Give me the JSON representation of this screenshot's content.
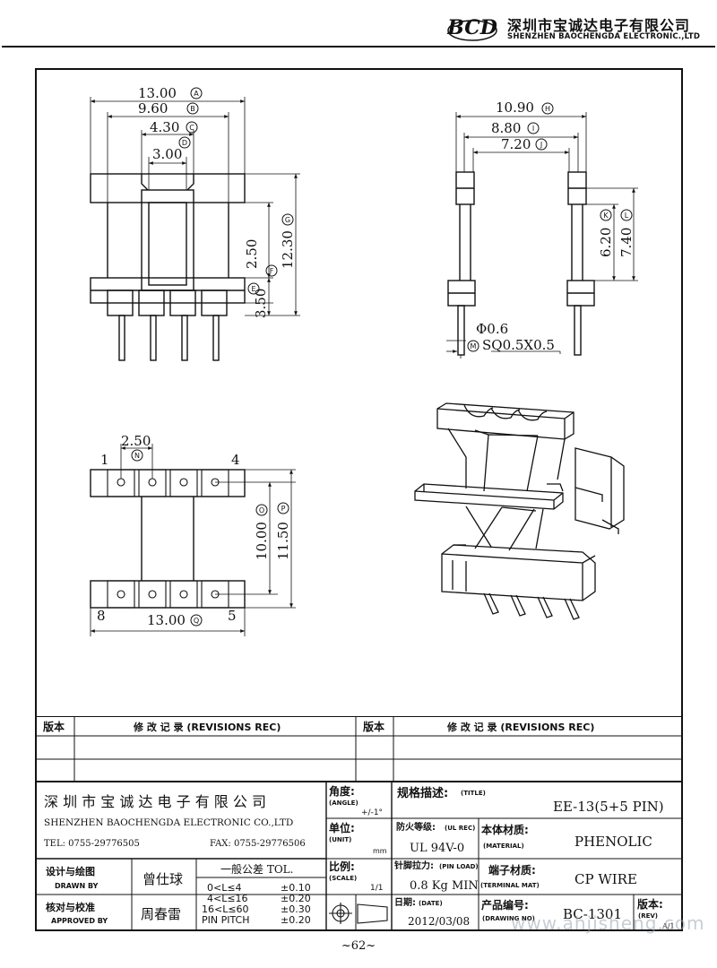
{
  "header": {
    "logo_text": "BCD",
    "company_cn": "深圳市宝诚达电子有限公司",
    "company_en": "SHENZHEN BAOCHENGDA ELECTRONIC.,LTD"
  },
  "front_view": {
    "dim_a": "13.00",
    "dim_b": "9.60",
    "dim_c": "4.30",
    "dim_d": "3.00",
    "dim_g": "12.30",
    "dim_f": "2.50",
    "dim_e": "3.50",
    "circ_a": "A",
    "circ_b": "B",
    "circ_c": "C",
    "circ_d": "D",
    "circ_e": "E",
    "circ_f": "F",
    "circ_g": "G"
  },
  "side_view": {
    "dim_h": "10.90",
    "dim_i1": "8.80",
    "dim_i2": "7.20",
    "dim_k": "6.20",
    "dim_l": "7.40",
    "pin_dia": "Φ0.6",
    "pin_sq": "SQ0.5X0.5",
    "circ_h": "H",
    "circ_i1": "I",
    "circ_i2": "J",
    "circ_k": "K",
    "circ_l": "L",
    "circ_m": "M"
  },
  "bottom_view": {
    "dim_n": "2.50",
    "dim_o": "10.00",
    "dim_p": "11.50",
    "dim_q": "13.00",
    "pin_1": "1",
    "pin_4": "4",
    "pin_8": "8",
    "pin_5": "5",
    "circ_n": "N",
    "circ_o": "O",
    "circ_p": "P",
    "circ_q": "Q"
  },
  "revisions": {
    "col1_label": "版本",
    "col2_label": "修 改 记 录 (REVISIONS REC)",
    "col3_label": "版本",
    "col4_label": "修 改 记 录 (REVISIONS REC)"
  },
  "title_block": {
    "company_cn": "深 圳 市 宝 诚 达 电 子 有 限 公 司",
    "company_en": "SHENZHEN BAOCHENGDA ELECTRONIC CO.,LTD",
    "tel": "TEL: 0755-29776505",
    "fax": "FAX: 0755-29776506",
    "angle_label": "角度:",
    "angle_en": "(ANGLE)",
    "angle_value": "+/-1°",
    "unit_label": "单位:",
    "unit_en": "(UNIT)",
    "unit_value": "mm",
    "scale_label": "比例:",
    "scale_en": "(SCALE)",
    "scale_value": "1/1",
    "title_label": "规格描述:",
    "title_en": "(TITLE)",
    "title_value": "EE-13(5+5 PIN)",
    "ul_label": "防火等级:",
    "ul_en": "(UL REC)",
    "ul_value": "UL 94V-0",
    "material_label": "本体材质:",
    "material_en": "(MATERIAL)",
    "material_value": "PHENOLIC",
    "pinload_label": "针脚拉力:",
    "pinload_en": "(PIN LOAD)",
    "pinload_value": "0.8 Kg MIN",
    "terminal_label": "端子材质:",
    "terminal_en": "(TERMINAL MAT)",
    "terminal_value": "CP WIRE",
    "date_label": "日期:",
    "date_en": "(DATE)",
    "date_value": "2012/03/08",
    "drawing_label": "产品编号:",
    "drawing_en": "(DRAWING NO)",
    "drawing_value": "BC-1301",
    "rev_label": "版本:",
    "rev_en": "(REV)",
    "rev_value": "A/1",
    "design_label": "设计与绘图",
    "design_en": "DRAWN BY",
    "design_value": "曾仕球",
    "approve_label": "核对与校准",
    "approve_en": "APPROVED BY",
    "approve_value": "周春雷",
    "tol_title": "一般公差 TOL.",
    "tol_rows": [
      {
        "range": "0<L≤4",
        "value": "±0.10"
      },
      {
        "range": "4<L≤16",
        "value": "±0.20"
      },
      {
        "range": "16<L≤60",
        "value": "±0.30"
      },
      {
        "range": "PIN PITCH",
        "value": "±0.20"
      }
    ]
  },
  "footer": {
    "page": "~62~",
    "watermark": "www.ahjisheng.com"
  }
}
